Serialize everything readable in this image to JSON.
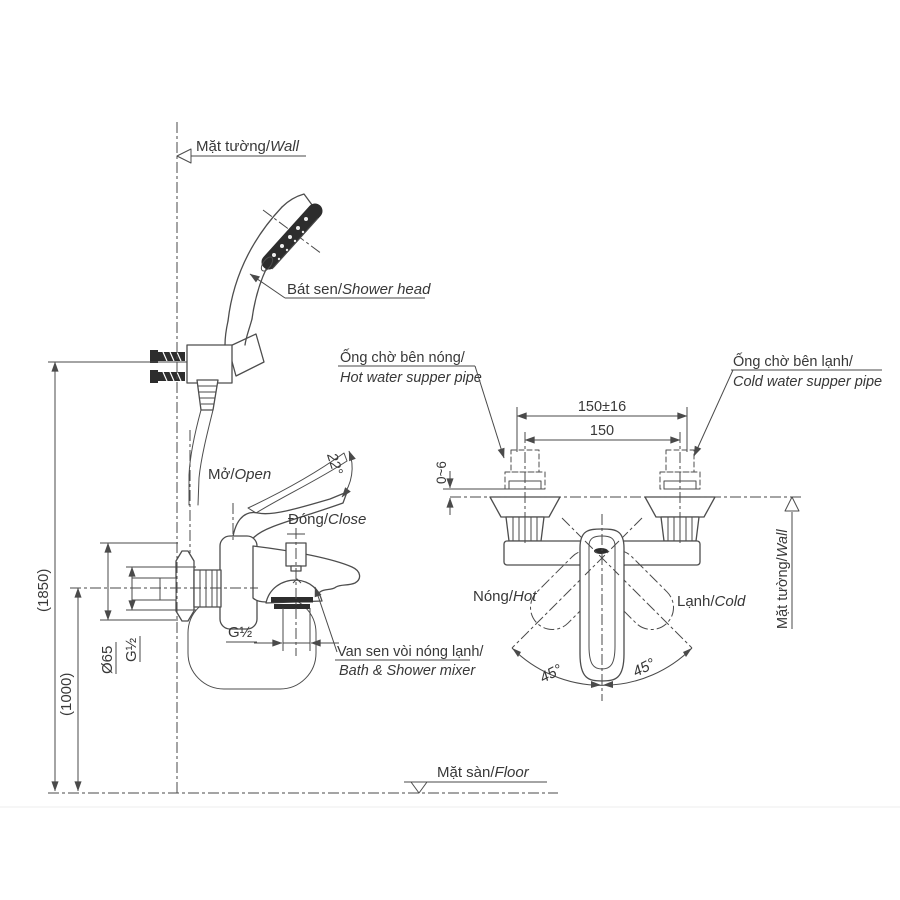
{
  "drawing": {
    "colors": {
      "line": "#4d4d4d",
      "text": "#383838",
      "dark_fill": "#2d2d2d",
      "background": "#ffffff"
    },
    "side_view": {
      "wall_label": {
        "vi": "Mặt tường/",
        "en": "Wall"
      },
      "shower_head_label": {
        "vi": "Bát sen/",
        "en": "Shower head"
      },
      "open_label": {
        "vi": "Mở/",
        "en": "Open"
      },
      "open_angle": "22°",
      "close_label": {
        "vi": "Đóng/",
        "en": "Close"
      },
      "mixer_label": {
        "vi": "Van sen vòi nóng lạnh/",
        "en": "Bath & Shower mixer"
      },
      "floor_label": {
        "vi": "Mặt sàn/",
        "en": "Floor"
      },
      "dim_total_height": "(1850)",
      "dim_mixer_height": "(1000)",
      "dim_escutcheon": "Ø65",
      "dim_wall_thread": "G½",
      "dim_outlet_thread": "G½"
    },
    "front_view": {
      "hot_pipe_label": {
        "vi": "Ống chờ bên nóng/",
        "en": "Hot water supper pipe"
      },
      "cold_pipe_label": {
        "vi": "Ống chờ bên lạnh/",
        "en": "Cold water supper pipe"
      },
      "wall_label": {
        "vi": "Mặt tường/",
        "en": "Wall"
      },
      "hot_label": {
        "vi": "Nóng/",
        "en": "Hot"
      },
      "cold_label": {
        "vi": "Lạnh/",
        "en": "Cold"
      },
      "dim_pipe_distance_tol": "150±16",
      "dim_pipe_distance": "150",
      "dim_protrusion": "0~6",
      "angle_left": "45°",
      "angle_right": "45°"
    }
  }
}
